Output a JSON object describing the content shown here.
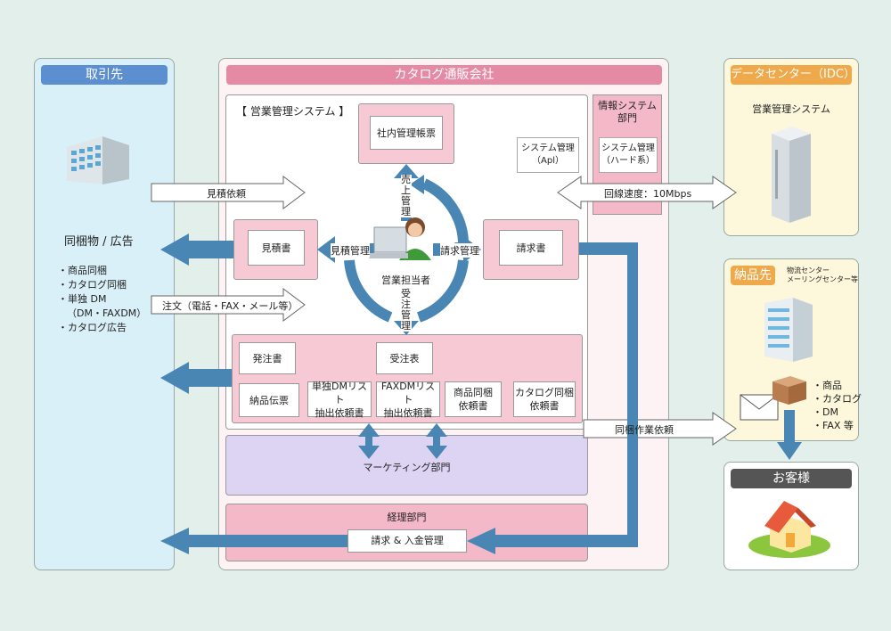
{
  "partner": {
    "title": "取引先",
    "goods_title": "同梱物 / 広告",
    "items": [
      "・商品同梱",
      "・カタログ同梱",
      "・単独 DM",
      "（DM・FAXDM）",
      "・カタログ広告"
    ]
  },
  "company": {
    "title": "カタログ通販会社"
  },
  "sales_system": {
    "title": "【 営業管理システム 】",
    "internal_report": "社内管理帳票",
    "system_admin": "システム管理\n（Apl）"
  },
  "info_dept": {
    "title": "情報システム\n部門",
    "hardware": "システム管理\n（ハード系）"
  },
  "docs": {
    "estimate": "見積書",
    "invoice": "請求書",
    "purchase_order": "発注書",
    "order_table": "受注表",
    "delivery_slip": "納品伝票",
    "dm_list": "単独DMリスト\n抽出依頼書",
    "faxdm_list": "FAXDMリスト\n抽出依頼書",
    "product_bundle": "商品同梱\n依頼書",
    "catalog_bundle": "カタログ同梱\n依頼書"
  },
  "hub": {
    "person": "営業担当者",
    "estimate_mgmt": "見積管理",
    "invoice_mgmt": "請求管理",
    "sales_mgmt": "売上管理",
    "order_mgmt": "受注管理"
  },
  "arrows": {
    "quote_request": "見積依頼",
    "order": "注文（電話・FAX・メール等）",
    "line_speed": "回線速度：10Mbps",
    "bundle_work": "同梱作業依頼"
  },
  "marketing": {
    "title": "マーケティング部門"
  },
  "accounting": {
    "title": "経理部門",
    "box": "請求 & 入金管理"
  },
  "idc": {
    "title": "データセンター（IDC）",
    "system": "営業管理システム"
  },
  "delivery": {
    "title": "納品先",
    "subtitle": "物流センター\nメーリングセンター等",
    "items": [
      "・商品",
      "・カタログ",
      "・DM",
      "・FAX 等"
    ]
  },
  "customer": {
    "title": "お客様"
  }
}
